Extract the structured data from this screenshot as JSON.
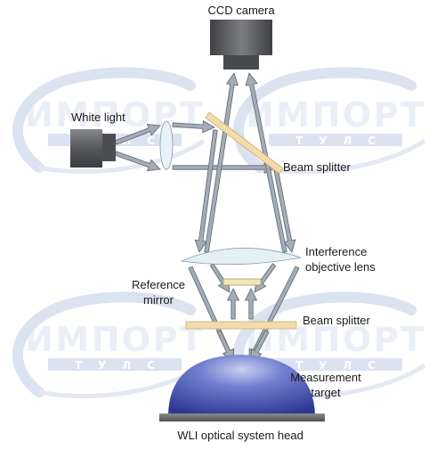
{
  "labels": {
    "ccd_camera": "CCD camera",
    "white_light": "White light",
    "beam_splitter_top": "Beam splitter",
    "interference_lens_line1": "Interference",
    "interference_lens_line2": "objective lens",
    "reference_mirror_line1": "Reference",
    "reference_mirror_line2": "mirror",
    "beam_splitter_bottom": "Beam splitter",
    "measurement_target_line1": "Measurement",
    "measurement_target_line2": "target",
    "system_head": "WLI optical system head"
  },
  "watermark": {
    "brand": "ИМПОРТ",
    "sub": "ТУЛС"
  },
  "colors": {
    "beam": "#9aa4b0",
    "beam_stroke": "#5e6670",
    "camera_body": "#5b5d60",
    "camera_lens": "#4a4c4f",
    "beam_splitter": "#f3dcaa",
    "lens_fill": "#e3f1f7",
    "dome": "#4a56b0",
    "base": "#6c6e70",
    "watermark": "#b3c1dd"
  }
}
